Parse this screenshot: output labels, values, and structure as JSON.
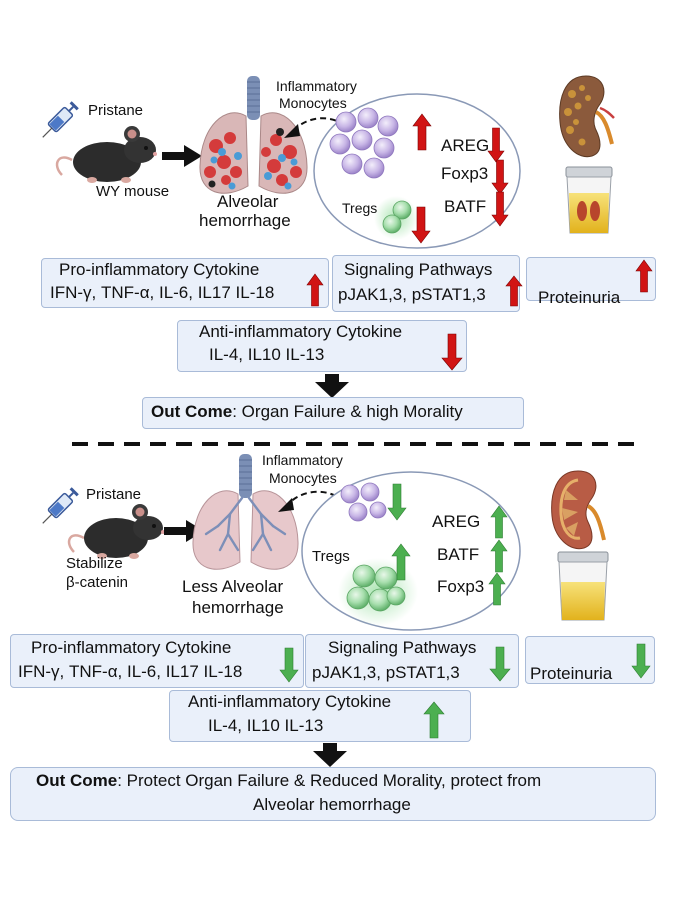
{
  "top": {
    "pristane": "Pristane",
    "mouse_label": "WY mouse",
    "inflammatory_label_1": "Inflammatory",
    "inflammatory_label_2": "Monocytes",
    "lung_label_1": "Alveolar",
    "lung_label_2": "hemorrhage",
    "tregs": "Tregs",
    "areg": "AREG",
    "foxp3": "Foxp3",
    "batf": "BATF",
    "pro_title": "Pro-inflammatory Cytokine",
    "pro_list": "IFN-γ, TNF-α, IL-6, IL17 IL-18",
    "sig_title": "Signaling Pathways",
    "sig_list": "pJAK1,3, pSTAT1,3",
    "proteinuria": "Proteinuria",
    "anti_title": "Anti-inflammatory Cytokine",
    "anti_list": "IL-4, IL10 IL-13",
    "outcome_label": "Out Come",
    "outcome_text": ": Organ Failure & high Morality"
  },
  "bottom": {
    "pristane": "Pristane",
    "stabilize_1": "Stabilize",
    "stabilize_2": "β-catenin",
    "inflammatory_label_1": "Inflammatory",
    "inflammatory_label_2": "Monocytes",
    "lung_label_1": "Less Alveolar",
    "lung_label_2": "hemorrhage",
    "tregs": "Tregs",
    "areg": "AREG",
    "batf": "BATF",
    "foxp3": "Foxp3",
    "pro_title": "Pro-inflammatory Cytokine",
    "pro_list": "IFN-γ, TNF-α, IL-6, IL17 IL-18",
    "sig_title": "Signaling Pathways",
    "sig_list": "pJAK1,3, pSTAT1,3",
    "proteinuria": "Proteinuria",
    "anti_title": "Anti-inflammatory Cytokine",
    "anti_list": "IL-4, IL10 IL-13",
    "outcome_label": "Out Come",
    "outcome_text_1": ": Protect Organ Failure & Reduced Morality, protect from",
    "outcome_text_2": "Alveolar hemorrhage"
  },
  "colors": {
    "up_arrow_top": "#d11414",
    "down_arrow_top": "#d11414",
    "up_arrow_bottom": "#4caf50",
    "down_arrow_bottom": "#4caf50",
    "box_fill": "#eaf0fa",
    "box_border": "#a9bbd8",
    "monocyte": "#b9a4d9",
    "treg": "#7ccf86"
  },
  "icons": [
    "syringe-icon",
    "mouse-icon",
    "lung-icon",
    "kidney-icon",
    "urine-cup-icon",
    "monocyte-cell-icon",
    "treg-cell-icon"
  ]
}
